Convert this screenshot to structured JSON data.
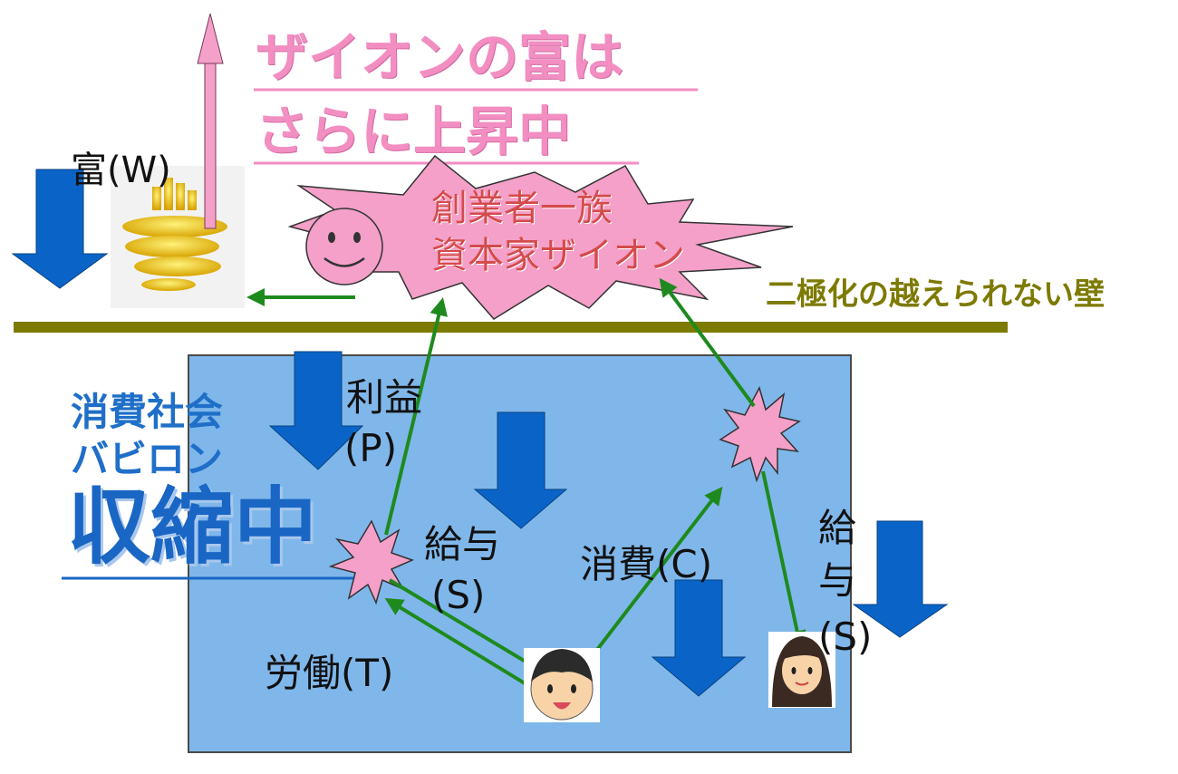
{
  "title": {
    "line1": "ザイオンの富は",
    "line2": "さらに上昇中"
  },
  "wealth_label": "富(W)",
  "founder": {
    "line1": "創業者一族",
    "line2": "資本家ザイオン"
  },
  "wall_label": "二極化の越えられない壁",
  "society": {
    "line1": "消費社会",
    "line2": "バビロン",
    "status": "収縮中"
  },
  "flow_labels": {
    "profit_line1": "利益",
    "profit_line2": "(P)",
    "salary_line1": "給与",
    "salary_line2": "(S)",
    "consumption": "消費(C)",
    "salary2_line1": "給",
    "salary2_line2": "与",
    "salary2_line3": "(S)",
    "labor": "労働(T)"
  },
  "colors": {
    "pink": "#f4a0c8",
    "wall": "#7d7a00",
    "society_box": "#80b7ea",
    "down_arrow": "#0a64c8",
    "flow_arrow": "#1e8a1e"
  }
}
